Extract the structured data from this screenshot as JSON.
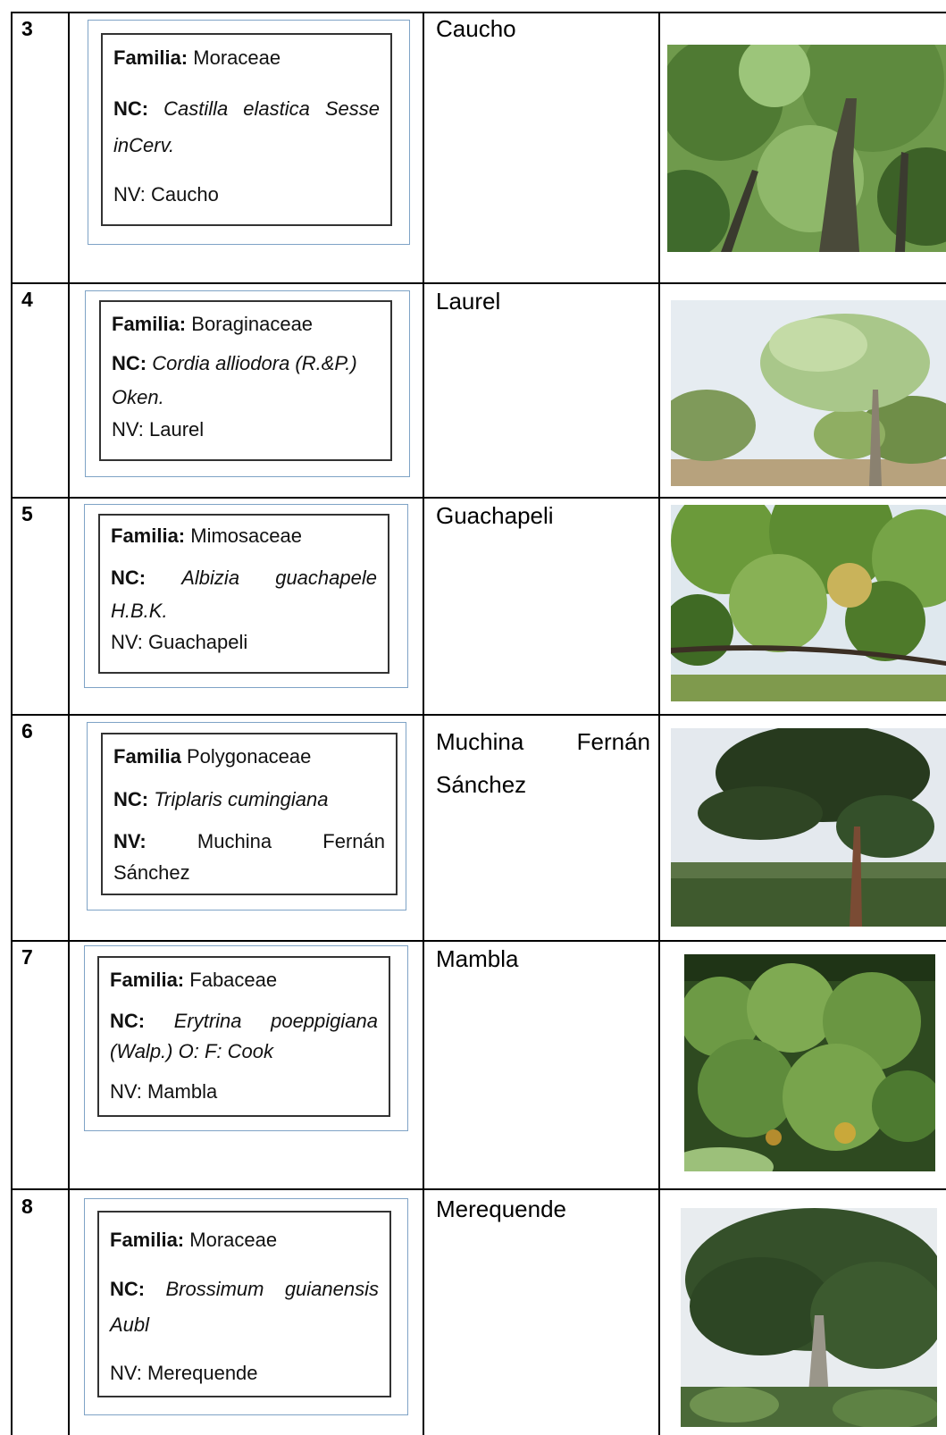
{
  "rows": [
    {
      "num": "3",
      "fam_label": "Familia:",
      "fam": "Moraceae",
      "nc_label": "NC:",
      "nc_1a": "Castilla",
      "nc_1b": "elastica",
      "nc_1c": "Sesse",
      "nc_2": "inCerv.",
      "nv_label": "NV:",
      "nv": "Caucho",
      "common": "Caucho"
    },
    {
      "num": "4",
      "fam_label": "Familia:",
      "fam": "Boraginaceae",
      "nc_label": "NC:",
      "nc_1": "Cordia alliodora (R.&P.)",
      "nc_2": "Oken.",
      "nv_label": "NV:",
      "nv": "Laurel",
      "common": "Laurel"
    },
    {
      "num": "5",
      "fam_label": "Familia:",
      "fam": "Mimosaceae",
      "nc_label": "NC:",
      "nc_1a": "Albizia",
      "nc_1b": "guachapele",
      "nc_2": "H.B.K.",
      "nv_label": "NV:",
      "nv": "Guachapeli",
      "common": "Guachapeli"
    },
    {
      "num": "6",
      "fam_label": "Familia",
      "fam": "Polygonaceae",
      "nc_label": "NC:",
      "nc_1": "Triplaris cumingiana",
      "nv_label": "NV:",
      "nv_1a": "Muchina",
      "nv_1b": "Fernán",
      "nv_2": "Sánchez",
      "common_1": "Muchina",
      "common_2": "Fernán",
      "common_3": "Sánchez"
    },
    {
      "num": "7",
      "fam_label": "Familia:",
      "fam": "Fabaceae",
      "nc_label": "NC:",
      "nc_1a": "Erytrina",
      "nc_1b": "poeppigiana",
      "nc_2": "(Walp.) O: F: Cook",
      "nv_label": "NV:",
      "nv": "Mambla",
      "common": "Mambla"
    },
    {
      "num": "8",
      "fam_label": "Familia:",
      "fam": "Moraceae",
      "nc_label": "NC:",
      "nc_1a": "Brossimum",
      "nc_1b": "guianensis",
      "nc_2": "Aubl",
      "nv_label": "NV:",
      "nv": "Merequende",
      "common": "Merequende"
    }
  ],
  "photos": [
    "tree-photo-caucho",
    "tree-photo-laurel",
    "tree-photo-guachapeli",
    "tree-photo-muchina",
    "tree-photo-mambla",
    "tree-photo-merequende"
  ],
  "colors": {
    "frame_blue": "#7fa3c6",
    "rule": "#000000",
    "foliage_dark": "#2f4a22",
    "foliage_light": "#7ea85a",
    "sky": "#e9eef3"
  }
}
